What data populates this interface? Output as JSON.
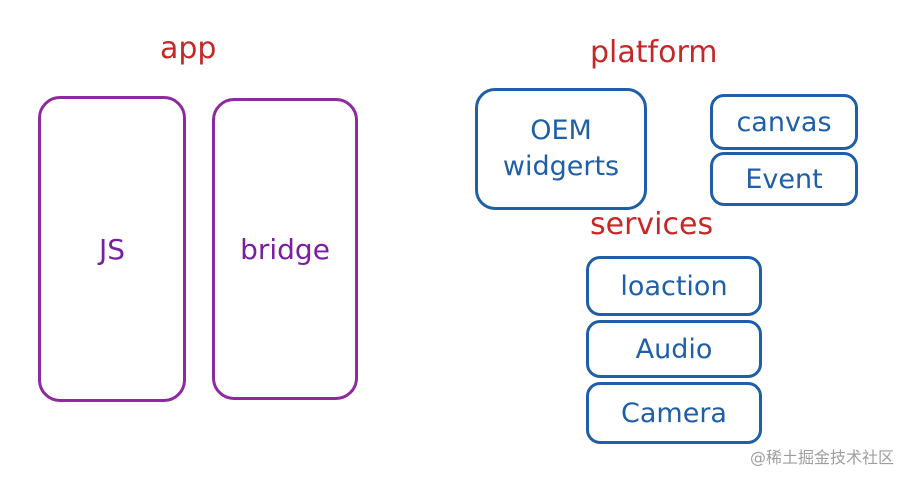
{
  "labels": {
    "app": "app",
    "platform": "platform",
    "services": "services"
  },
  "app": {
    "js": "JS",
    "bridge": "bridge"
  },
  "platform": {
    "oem_line1": "OEM",
    "oem_line2": "widgerts",
    "canvas": "canvas",
    "event": "Event"
  },
  "services": {
    "location": "loaction",
    "audio": "Audio",
    "camera": "Camera"
  },
  "watermark": "@稀土掘金技术社区",
  "colors": {
    "label_red": "#c62828",
    "app_purple": "#8e2aa0",
    "platform_blue": "#1f5fa8",
    "watermark_gray": "#9e9e9e"
  }
}
